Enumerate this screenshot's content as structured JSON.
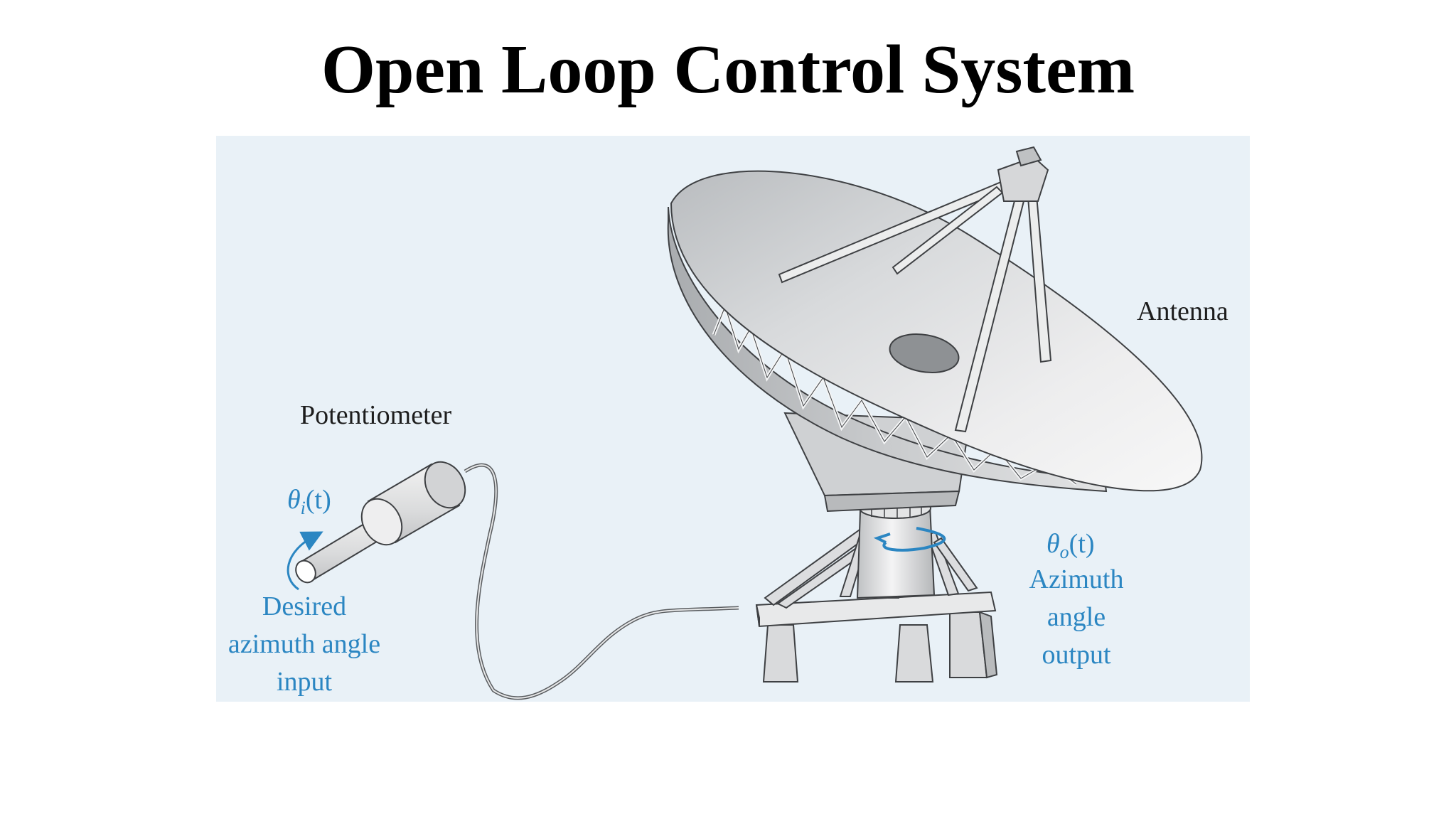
{
  "title": "Open Loop Control System",
  "figure": {
    "labels": {
      "antenna": "Antenna",
      "potentiometer": "Potentiometer",
      "input_symbol": "θ",
      "input_subscript": "i",
      "input_arg": "(t)",
      "input_desc": [
        "Desired",
        "azimuth angle",
        "input"
      ],
      "output_symbol": "θ",
      "output_subscript": "o",
      "output_arg": "(t)",
      "output_desc": [
        "Azimuth",
        "angle",
        "output"
      ]
    },
    "colors": {
      "background": "#e9f1f7",
      "annotation_blue": "#2b86c2",
      "label_text": "#1d1d1d"
    }
  }
}
